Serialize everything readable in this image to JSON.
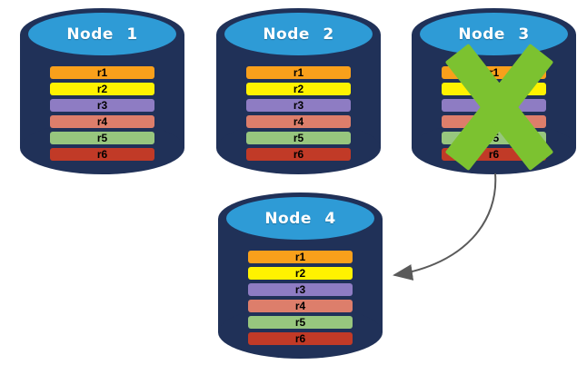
{
  "diagram": {
    "nodes": [
      {
        "title": "Node 1",
        "status": "active",
        "rows": [
          "r1",
          "r2",
          "r3",
          "r4",
          "r5",
          "r6"
        ]
      },
      {
        "title": "Node 2",
        "status": "active",
        "rows": [
          "r1",
          "r2",
          "r3",
          "r4",
          "r5",
          "r6"
        ]
      },
      {
        "title": "Node 3",
        "status": "failed",
        "rows": [
          "r1",
          "r2",
          "r3",
          "r4",
          "r5",
          "r6"
        ]
      },
      {
        "title": "Node 4",
        "status": "active",
        "rows": [
          "r1",
          "r2",
          "r3",
          "r4",
          "r5",
          "r6"
        ]
      }
    ],
    "row_colors": {
      "r1": "#F9A01B",
      "r2": "#FFF200",
      "r3": "#8E7CC3",
      "r4": "#DD7E6B",
      "r5": "#97C67E",
      "r6": "#C13A27"
    },
    "colors": {
      "background": "#FFFFFF",
      "cylinder_body": "#203158",
      "cylinder_face": "#2E9BD6",
      "title_text": "#FFFFFF",
      "row_text": "#000000",
      "failure_x": "#7CC230",
      "arrow": "#5A5A5A"
    }
  }
}
